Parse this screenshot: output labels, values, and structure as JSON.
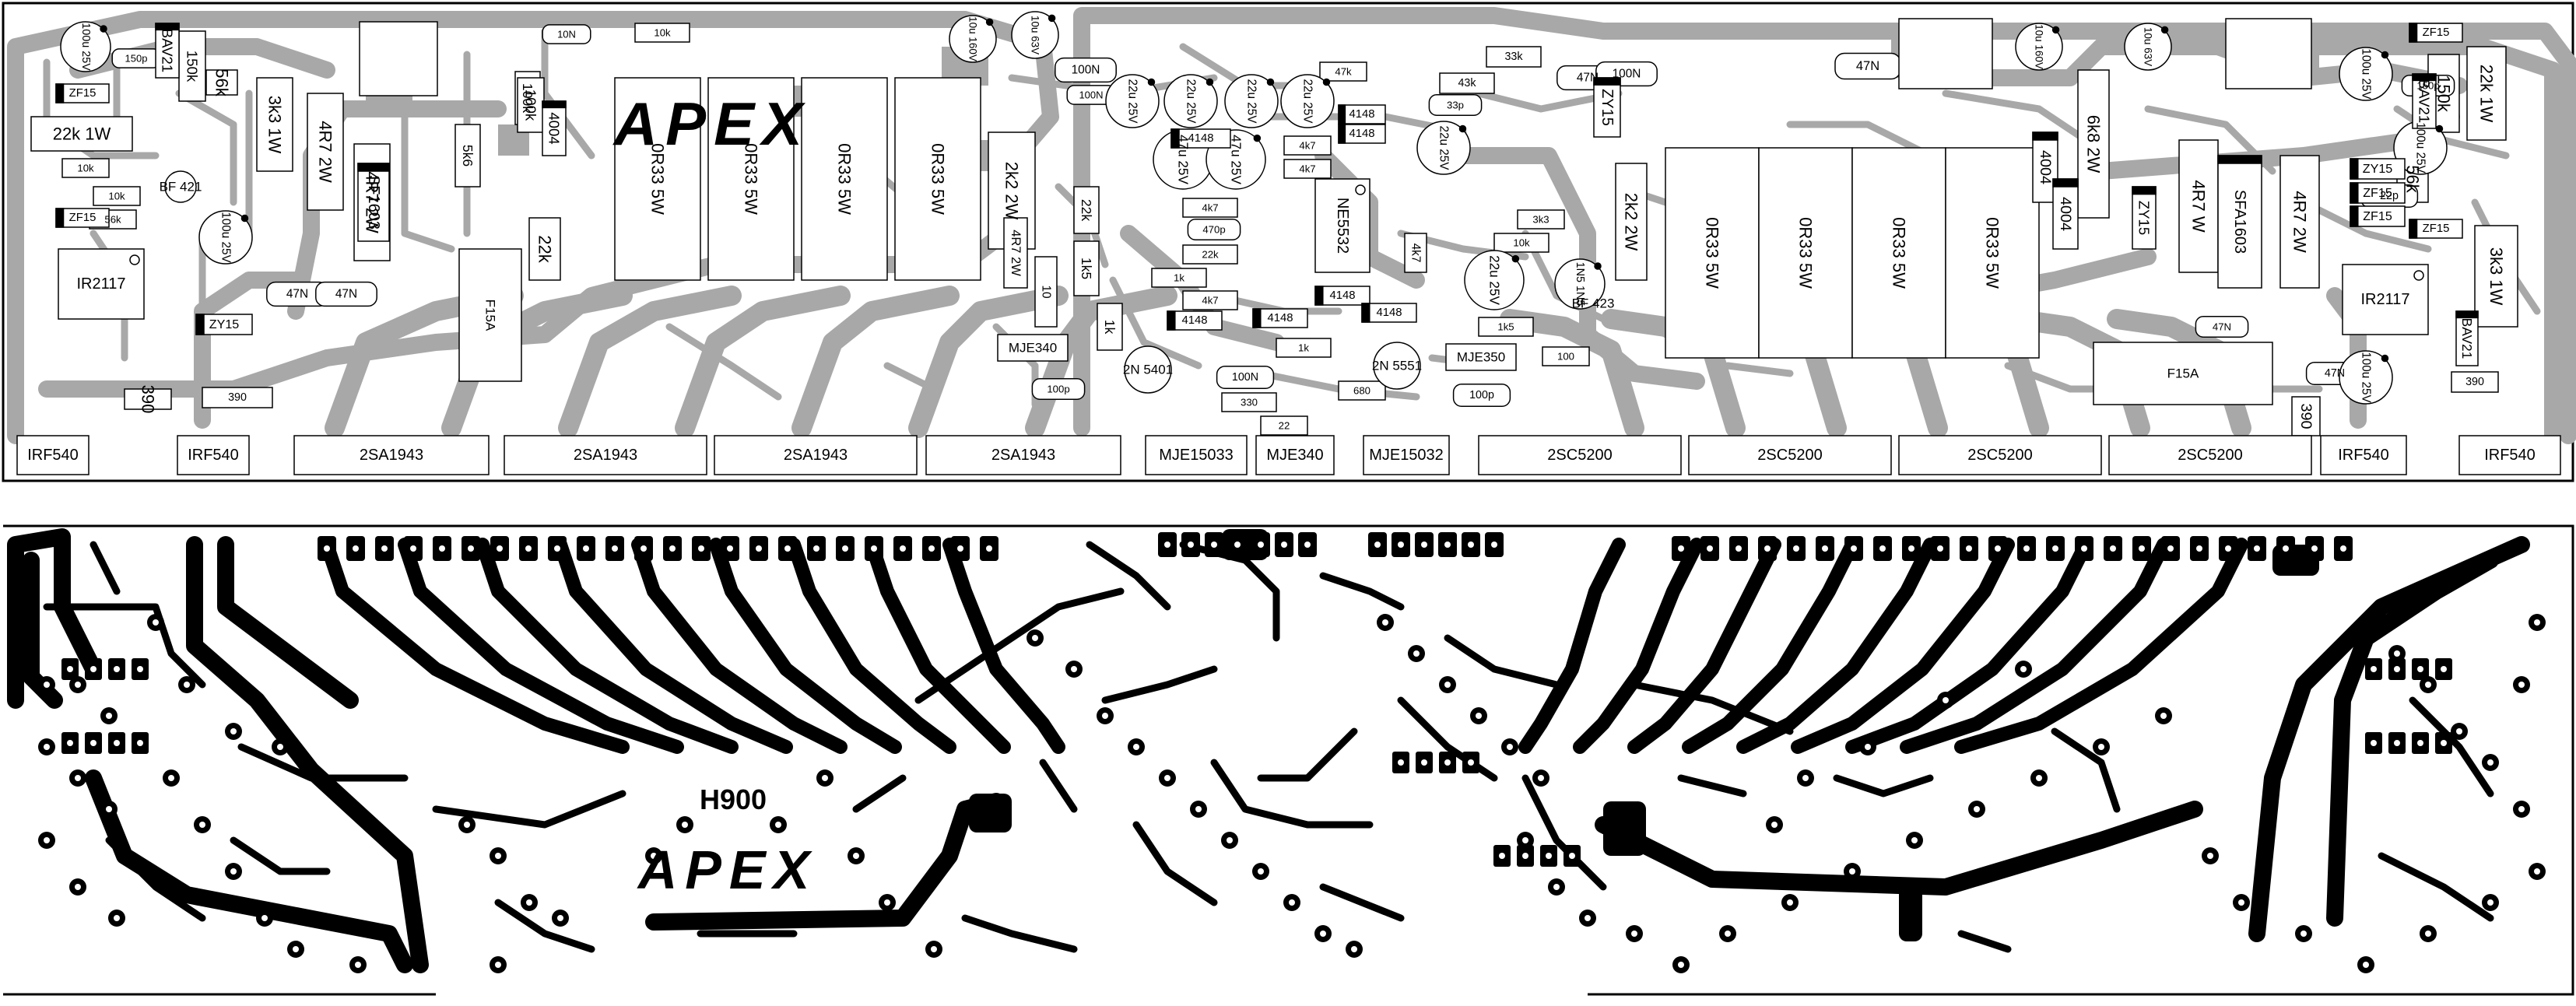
{
  "component_layout": {
    "brand_logo": "APEX",
    "resistors": [
      {
        "label": "22k 1W"
      },
      {
        "label": "150k"
      },
      {
        "label": "56k"
      },
      {
        "label": "10k"
      },
      {
        "label": "3k3 1W"
      },
      {
        "label": "4R7 2W"
      },
      {
        "label": "4R7 2W"
      },
      {
        "label": "10k"
      },
      {
        "label": "56k"
      },
      {
        "label": "5k6"
      },
      {
        "label": "100k"
      },
      {
        "label": "10k"
      },
      {
        "label": "100k"
      },
      {
        "label": "22k"
      },
      {
        "label": "390"
      },
      {
        "label": "390"
      },
      {
        "label": "0R33 5W"
      },
      {
        "label": "0R33 5W"
      },
      {
        "label": "0R33 5W"
      },
      {
        "label": "0R33 5W"
      },
      {
        "label": "2k2 2W"
      },
      {
        "label": "4R7 2W"
      },
      {
        "label": "22k"
      },
      {
        "label": "1k5"
      },
      {
        "label": "1k"
      },
      {
        "label": "10"
      },
      {
        "label": "47k"
      },
      {
        "label": "43k"
      },
      {
        "label": "33k"
      },
      {
        "label": "4k7"
      },
      {
        "label": "4k7"
      },
      {
        "label": "4k7"
      },
      {
        "label": "22k"
      },
      {
        "label": "1k"
      },
      {
        "label": "4k7"
      },
      {
        "label": "1k"
      },
      {
        "label": "330"
      },
      {
        "label": "22"
      },
      {
        "label": "680"
      },
      {
        "label": "3k3"
      },
      {
        "label": "10k"
      },
      {
        "label": "1k5"
      },
      {
        "label": "100"
      },
      {
        "label": "2k2 2W"
      },
      {
        "label": "0R33 5W"
      },
      {
        "label": "0R33 5W"
      },
      {
        "label": "0R33 5W"
      },
      {
        "label": "0R33 5W"
      },
      {
        "label": "6k8 2W"
      },
      {
        "label": "4R7 W"
      },
      {
        "label": "4R7 2W"
      },
      {
        "label": "22k 1W"
      },
      {
        "label": "150k"
      },
      {
        "label": "56k"
      },
      {
        "label": "3k3 1W"
      },
      {
        "label": "390"
      },
      {
        "label": "390"
      },
      {
        "label": "4k7"
      }
    ],
    "capacitors": [
      {
        "label": "100u 25V"
      },
      {
        "label": "150p"
      },
      {
        "label": "100u 25V"
      },
      {
        "label": "47N"
      },
      {
        "label": "47N"
      },
      {
        "label": "10N"
      },
      {
        "label": "10u 160V"
      },
      {
        "label": "10u 63V"
      },
      {
        "label": "100N"
      },
      {
        "label": "100N"
      },
      {
        "label": "22u 25V"
      },
      {
        "label": "22u 25V"
      },
      {
        "label": "22u 25V"
      },
      {
        "label": "22u 25V"
      },
      {
        "label": "47u 25V"
      },
      {
        "label": "47u 25V"
      },
      {
        "label": "470p"
      },
      {
        "label": "100p"
      },
      {
        "label": "33p"
      },
      {
        "label": "22u 25V"
      },
      {
        "label": "22u 25V"
      },
      {
        "label": "100N"
      },
      {
        "label": "100p"
      },
      {
        "label": "47N"
      },
      {
        "label": "100N"
      },
      {
        "label": "47N"
      },
      {
        "label": "10u 160V"
      },
      {
        "label": "10u 63V"
      },
      {
        "label": "100u 25V"
      },
      {
        "label": "100u 25V"
      },
      {
        "label": "22p"
      },
      {
        "label": "150p"
      },
      {
        "label": "47N"
      },
      {
        "label": "47N"
      },
      {
        "label": "100u 25V"
      },
      {
        "label": "1N5 1N5"
      }
    ],
    "diodes": [
      {
        "label": "ZF15"
      },
      {
        "label": "BAV21"
      },
      {
        "label": "ZF15"
      },
      {
        "label": "ZY15"
      },
      {
        "label": "SF1603"
      },
      {
        "label": "4004"
      },
      {
        "label": "ZF15"
      },
      {
        "label": "ZF15"
      },
      {
        "label": "4148"
      },
      {
        "label": "4148"
      },
      {
        "label": "4148"
      },
      {
        "label": "4148"
      },
      {
        "label": "4148"
      },
      {
        "label": "4148"
      },
      {
        "label": "4148"
      },
      {
        "label": "ZY15"
      },
      {
        "label": "4004"
      },
      {
        "label": "4004"
      },
      {
        "label": "ZY15"
      },
      {
        "label": "ZY15"
      },
      {
        "label": "ZF15"
      },
      {
        "label": "ZF15"
      },
      {
        "label": "BAV21"
      },
      {
        "label": "SFA1603"
      },
      {
        "label": "BAV21"
      }
    ],
    "misc_labels": [
      {
        "label": "BF 421"
      },
      {
        "label": "IR2117"
      },
      {
        "label": "F15A"
      },
      {
        "label": "NE5532"
      },
      {
        "label": "MJE340"
      },
      {
        "label": "2N 5401"
      },
      {
        "label": "2N 5551"
      },
      {
        "label": "MJE350"
      },
      {
        "label": "BF 423"
      },
      {
        "label": "F15A"
      },
      {
        "label": "IR2117"
      }
    ],
    "bottom_row": [
      {
        "label": "IRF540"
      },
      {
        "label": "IRF540"
      },
      {
        "label": "2SA1943"
      },
      {
        "label": "2SA1943"
      },
      {
        "label": "2SA1943"
      },
      {
        "label": "2SA1943"
      },
      {
        "label": "MJE15033"
      },
      {
        "label": "MJE340"
      },
      {
        "label": "MJE15032"
      },
      {
        "label": "2SC5200"
      },
      {
        "label": "2SC5200"
      },
      {
        "label": "2SC5200"
      },
      {
        "label": "2SC5200"
      },
      {
        "label": "IRF540"
      },
      {
        "label": "IRF540"
      }
    ]
  },
  "copper_layout": {
    "board_name": "H900",
    "brand_logo": "APEX"
  }
}
